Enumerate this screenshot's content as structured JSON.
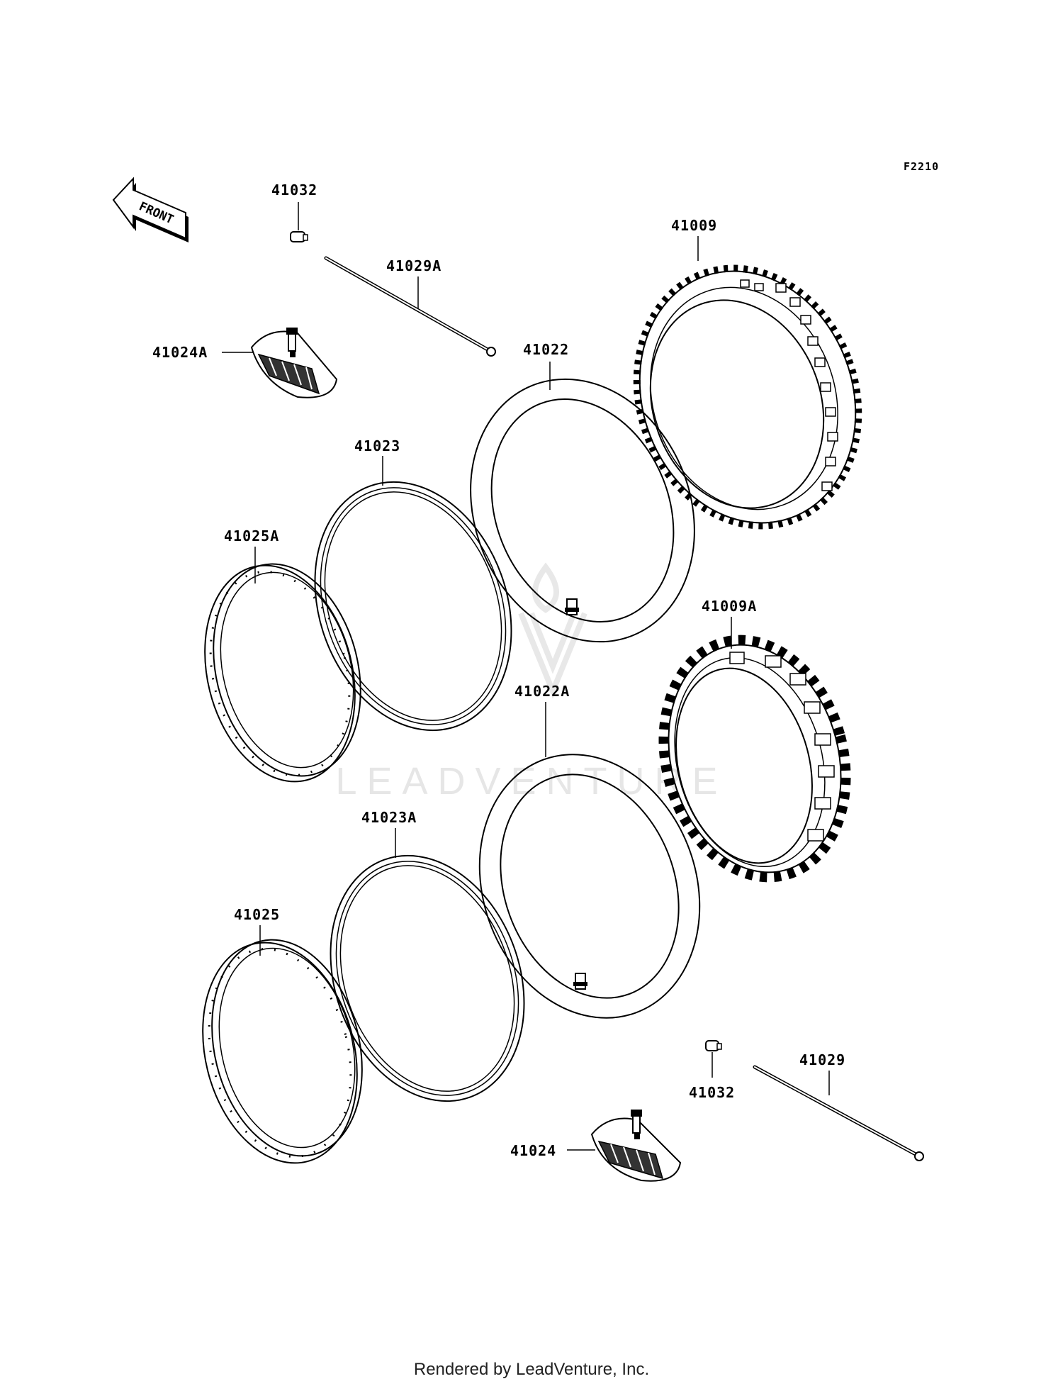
{
  "diagram_code": "F2210",
  "front_arrow_label": "FRONT",
  "watermark_text": "LEADVENTURE",
  "footer_text": "Rendered by LeadVenture, Inc.",
  "parts": {
    "valve_cap_top": "41032",
    "spoke_top": "41029A",
    "rim_band_top": "41024A",
    "tire_front": "41009",
    "tube_front": "41022",
    "rim_tape_front": "41023",
    "rim_front": "41025A",
    "tire_rear": "41009A",
    "tube_rear": "41022A",
    "rim_tape_rear": "41023A",
    "rim_rear": "41025",
    "valve_cap_bottom": "41032",
    "spoke_bottom": "41029",
    "rim_band_bottom": "41024"
  },
  "colors": {
    "ink": "#000000",
    "watermark": "#e6e6e6",
    "background": "#ffffff"
  }
}
